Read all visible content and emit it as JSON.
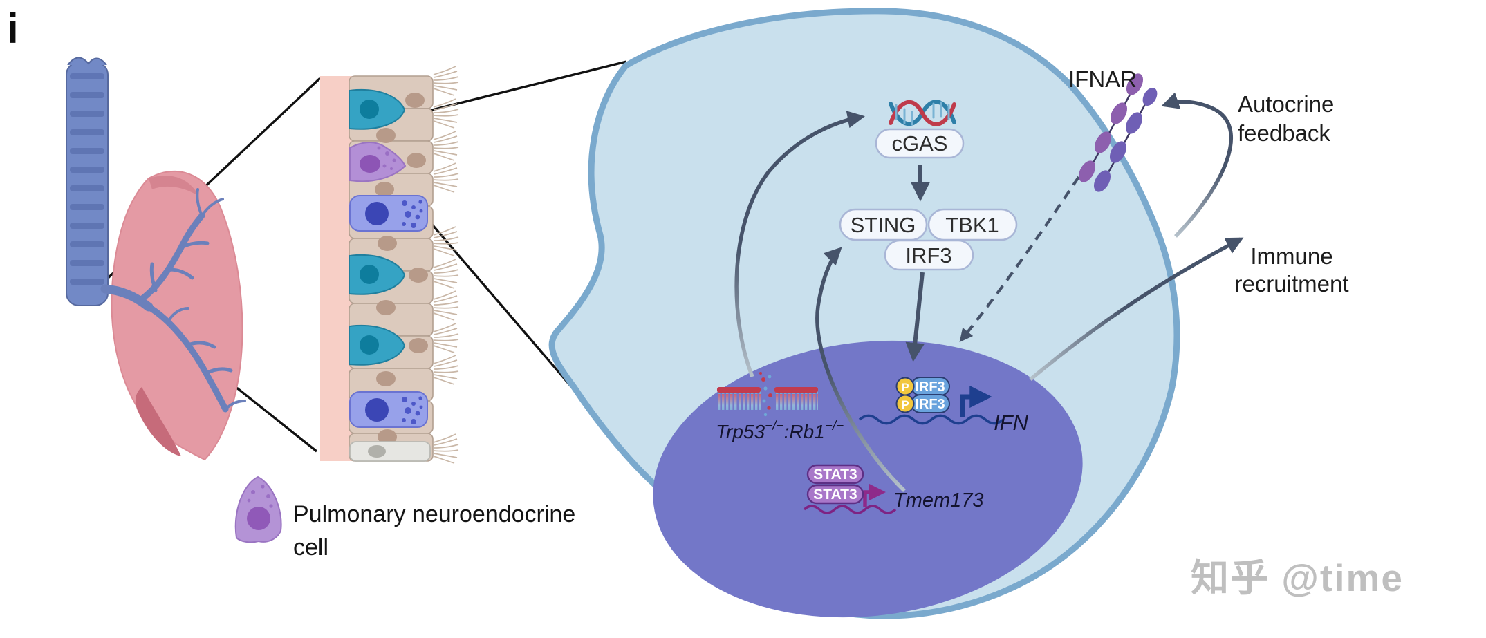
{
  "panel_label": "i",
  "legend": {
    "icon": "pulmonary-neuroendocrine-cell-icon",
    "label_line1": "Pulmonary neuroendocrine",
    "label_line2": "cell"
  },
  "pathway": {
    "dna_sensor_icon": "cytosolic-dna-helix-icon",
    "cgas": "cGAS",
    "sting": "STING",
    "tbk1": "TBK1",
    "irf3": "IRF3",
    "phospho": "P",
    "p_irf3": "IRF3",
    "stat3": "STAT3",
    "ifn_gene": "IFN",
    "tmem173_gene": "Tmem173",
    "genotype": {
      "gene1": "Trp53",
      "sup1": "−/−",
      "gene2": ":Rb1",
      "sup2": "−/−"
    }
  },
  "annotations": {
    "receptor": "IFNAR",
    "autocrine_line1": "Autocrine",
    "autocrine_line2": "feedback",
    "immune_line1": "Immune",
    "immune_line2": "recruitment"
  },
  "watermark": "知乎 @time",
  "colors": {
    "cytoplasm": "#c9e0ed",
    "membrane": "#7aa9cd",
    "nucleus": "#7377c8",
    "arrow_slate": "#46536a",
    "ifn_navy": "#1e3f8f",
    "tmem_purple": "#8e2a8a",
    "stat3_fill": "#a877c9",
    "irf3_nuclear_fill": "#6aa3dd",
    "phospho_yellow": "#f2c73e",
    "pnec_purple": "#b493d6",
    "club_teal": "#35a3c4",
    "goblet_periwinkle": "#97a1ea",
    "epithelium_beige": "#dccabd",
    "basement_pink": "#f7cfc6",
    "lung_pink": "#e49aa4",
    "airway_blue": "#7289c6",
    "watermark_gray": "#bcbcbc"
  }
}
